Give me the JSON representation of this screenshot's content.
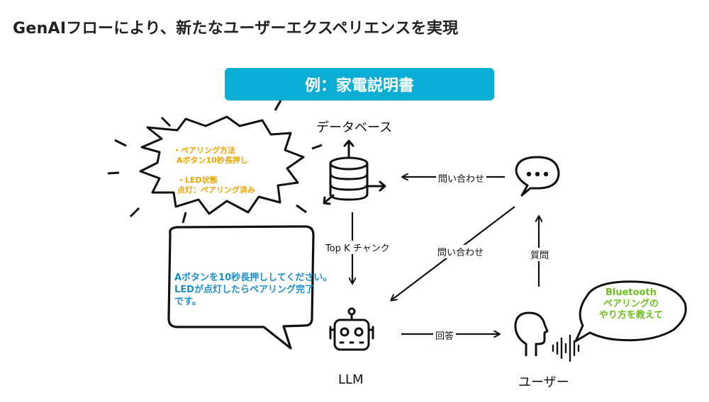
{
  "title": "GenAIフローにより、新たなユーザーエクスペリエンスを実現",
  "banner": "例：家電説明書",
  "nodes": {
    "database": "データベース",
    "llm": "LLM",
    "user": "ユーザー"
  },
  "edges": {
    "chatbot_to_db": "問い合わせ",
    "db_to_llm": "Top K チャンク",
    "chatbot_to_llm": "問い合わせ",
    "user_to_chatbot": "質問",
    "llm_to_user": "回答"
  },
  "bubbles": {
    "db_chunks": {
      "line1": "・ペアリング方法",
      "line2": "Aボタン10秒長押し",
      "line3": "・LED状態",
      "line4": "点灯：ペアリング済み"
    },
    "llm_answer": {
      "line1": "Aボタンを10秒長押ししてください。",
      "line2": "LEDが点灯したらペアリング完了",
      "line3": "です。"
    },
    "user_question": {
      "line1": "Bluetooth",
      "line2": "ペアリングの",
      "line3": "やり方を教えて"
    }
  },
  "colors": {
    "banner": "#0aaed4",
    "orange_text": "#f0a500",
    "blue_text": "#1a8fd0",
    "green_text": "#6fbf1d"
  },
  "icons": [
    "database-icon",
    "robot-icon",
    "person-speaking-icon",
    "chat-bubble-icon"
  ]
}
